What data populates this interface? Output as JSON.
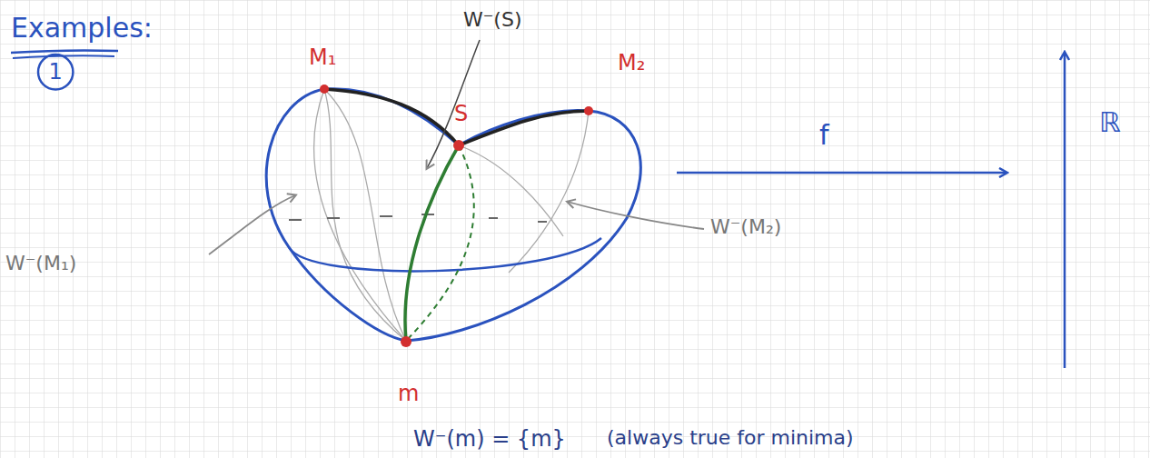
{
  "diagram": {
    "nodes": [
      {
        "text": [
          "1"
        ]
      }
    ],
    "labels": [
      "Examples:",
      "M₁",
      "S",
      "M₂",
      "m",
      "W⁻(S)",
      "W⁻(M₁)",
      "W⁻(M₂)",
      "f",
      "ℝ",
      "W⁻(m) = {m}",
      "(always true for minima)"
    ]
  }
}
